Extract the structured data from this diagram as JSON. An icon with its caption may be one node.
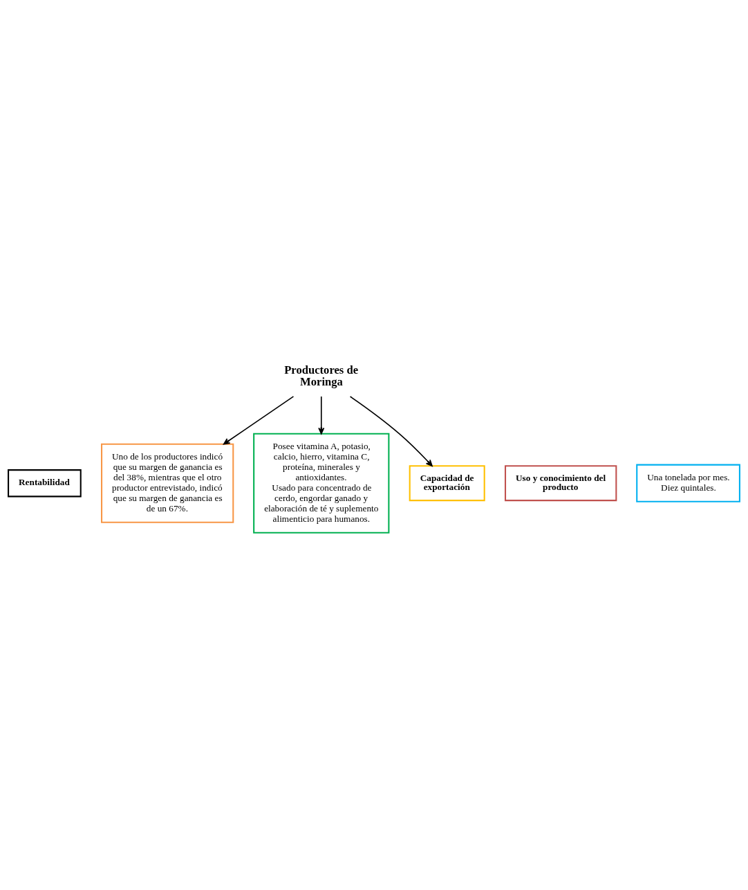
{
  "diagram": {
    "nodes": [
      {
        "text": [
          "Rentabilidad"
        ]
      },
      {
        "text": [
          "Uno de los productores indicó que su margen de ganancia es del 38%, mientras que el otro productor entrevistado, indicó que su margen de ganancia es de un 67%."
        ]
      },
      {
        "text": [
          "Uso y conocimiento del producto"
        ]
      },
      {
        "text": [
          "Productores de Moringa"
        ]
      },
      {
        "text": [
          "Posee vitamina A, potasio, calcio, hierro, vitamina C, proteína, minerales y antioxidantes.",
          "Usado para concentrado de cerdo, engordar ganado y elaboración de té y suplemento alimenticio para humanos."
        ]
      },
      {
        "text": [
          "Capacidad de exportación"
        ]
      },
      {
        "text": [
          "Una tonelada por mes. Diez quintales."
        ]
      }
    ],
    "edges": [
      {
        "from": 3,
        "to": 1,
        "arrow": "to"
      },
      {
        "from": 3,
        "to": 4,
        "arrow": "to"
      },
      {
        "from": 3,
        "to": 5,
        "arrow": "to"
      }
    ]
  }
}
